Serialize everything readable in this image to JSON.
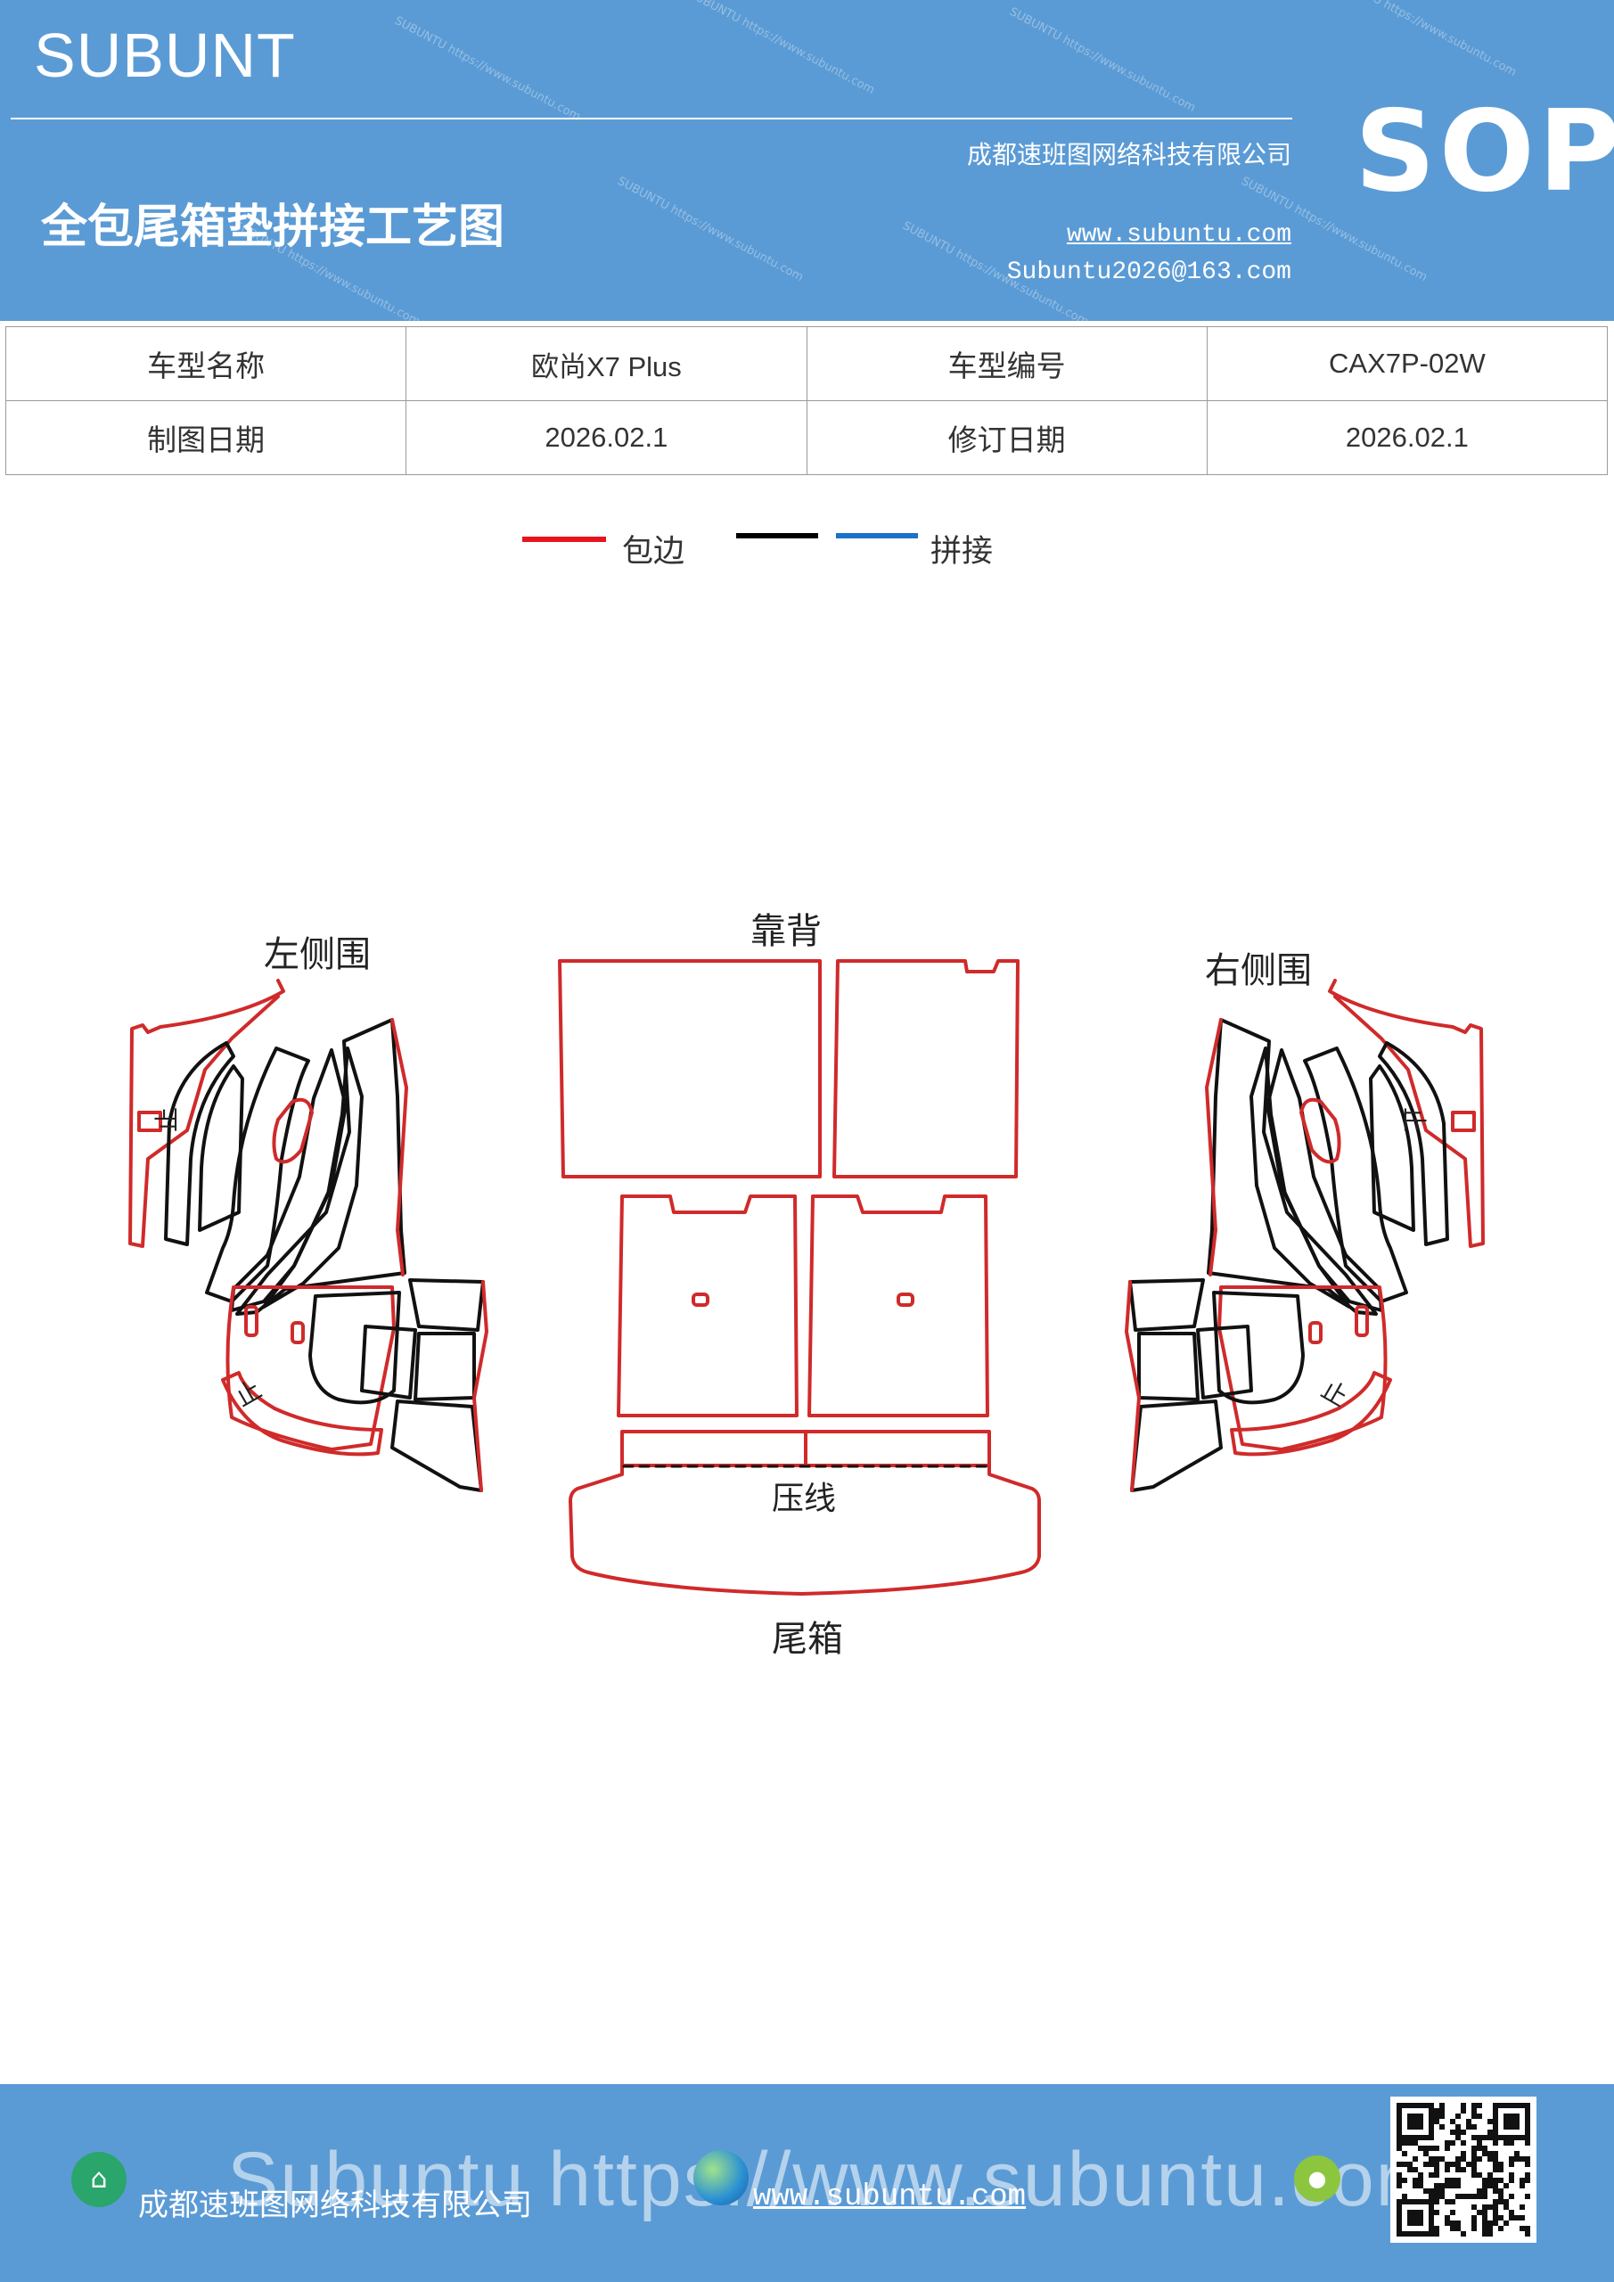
{
  "header": {
    "brand": "SUBUNT",
    "title": "全包尾箱垫拼接工艺图",
    "company": "成都速班图网络科技有限公司",
    "website": "www.subuntu.com",
    "email": "Subuntu2026@163.com",
    "badge": "SOP",
    "watermark": "SUBUNTU https://www.subuntu.com"
  },
  "info_table": {
    "rows": [
      [
        "车型名称",
        "欧尚X7 Plus",
        "车型编号",
        "CAX7P-02W"
      ],
      [
        "制图日期",
        "2026.02.1",
        "修订日期",
        "2026.02.1"
      ]
    ]
  },
  "legend": {
    "items": [
      {
        "label": "包边",
        "color": "#e8141b"
      },
      {
        "label": "",
        "color": "#000000"
      },
      {
        "label": "拼接",
        "color": "#1a73c9"
      }
    ]
  },
  "diagram": {
    "labels": {
      "left_side": "左侧围",
      "backrest": "靠背",
      "right_side": "右侧围",
      "crease": "压线",
      "trunk": "尾箱",
      "stop": "止"
    },
    "colors": {
      "edge": "#d02a2a",
      "seam": "#111111"
    }
  },
  "footer": {
    "company": "成都速班图网络科技有限公司",
    "website": "www.subuntu.com",
    "watermark_text": "Subuntu https://www.subuntu.com"
  }
}
